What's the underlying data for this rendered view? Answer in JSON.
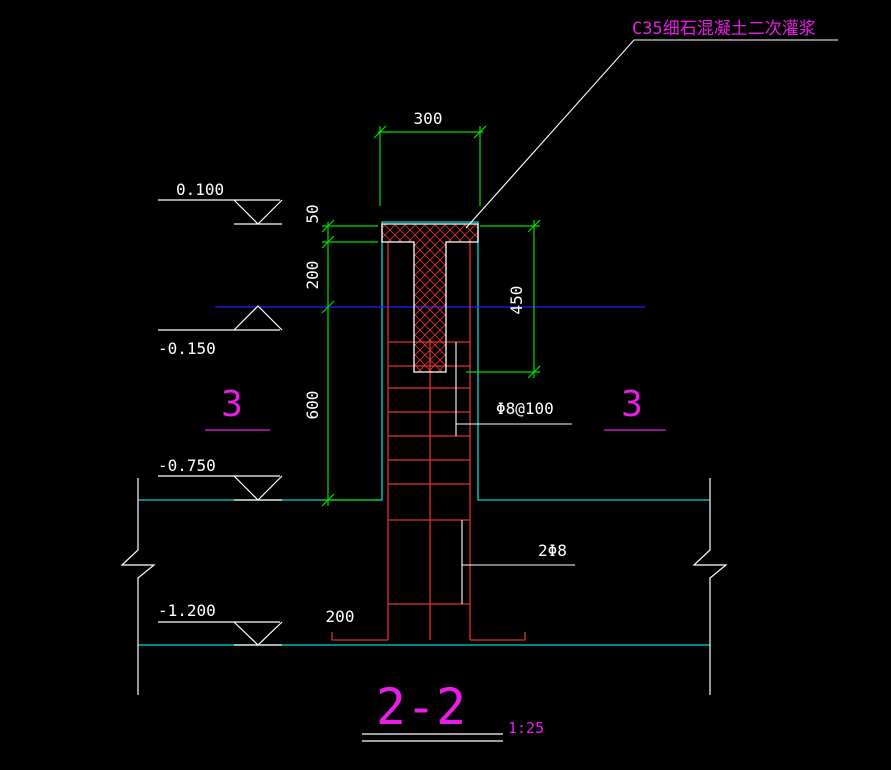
{
  "drawing": {
    "callout": "C35细石混凝土二次灌浆",
    "dim_top_width": "300",
    "dim_cap": "50",
    "dim_upper": "200",
    "dim_lower": "600",
    "dim_insert": "450",
    "dim_bottom": "200",
    "elevations": [
      "0.100",
      "-0.150",
      "-0.750",
      "-1.200"
    ],
    "section_mark": "3",
    "rebar_stirrup": "Φ8@100",
    "rebar_long": "2Φ8",
    "section_title": "2-2",
    "scale": "1:25"
  },
  "colors": {
    "background": "#000000",
    "dimension": "#00e000",
    "rebar": "#e03030",
    "outline": "#00d8d8",
    "axis": "#2020ff",
    "annotation": "#e81ee8",
    "text": "#ffffff"
  }
}
